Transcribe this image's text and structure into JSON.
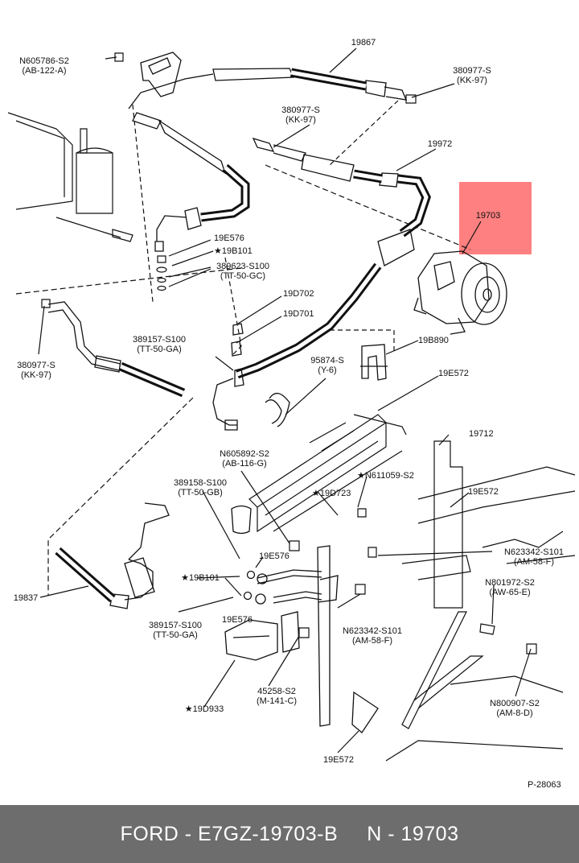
{
  "diagram": {
    "labels": {
      "n605786": [
        "N605786-S2",
        "(AB-122-A)"
      ],
      "p19867": [
        "19867"
      ],
      "s380977_top_right": [
        "380977-S",
        "(KK-97)"
      ],
      "s380977_mid": [
        "380977-S",
        "(KK-97)"
      ],
      "p19972": [
        "19972"
      ],
      "p19703": [
        "19703"
      ],
      "p19e576_top": [
        "19E576"
      ],
      "p19b101_top": [
        "★19B101"
      ],
      "s389623": [
        "389623-S100",
        "(TT-50-GC)"
      ],
      "p19d702": [
        "19D702"
      ],
      "p19d701": [
        "19D701"
      ],
      "s380977_left": [
        "380977-S",
        "(KK-97)"
      ],
      "s389157_top": [
        "389157-S100",
        "(TT-50-GA)"
      ],
      "s95874": [
        "95874-S",
        "(Y-6)"
      ],
      "p19b890": [
        "19B890"
      ],
      "p19e572_top": [
        "19E572"
      ],
      "n605892": [
        "N605892-S2",
        "(AB-116-G)"
      ],
      "p19712": [
        "19712"
      ],
      "s389158": [
        "389158-S100",
        "(TT-50-GB)"
      ],
      "n611059": [
        "★N611059-S2"
      ],
      "p19d723": [
        "★19D723"
      ],
      "p19e572_right": [
        "19E572"
      ],
      "p19e576_mid": [
        "19E576"
      ],
      "n623342_top": [
        "N623342-S101",
        "(AM-58-F)"
      ],
      "p19b101_mid": [
        "★19B101"
      ],
      "n801972": [
        "N801972-S2",
        "(AW-65-E)"
      ],
      "p19837": [
        "19837"
      ],
      "s389157_bottom": [
        "389157-S100",
        "(TT-50-GA)"
      ],
      "p19e576_bottom": [
        "19E576"
      ],
      "n623342_bottom": [
        "N623342-S101",
        "(AM-58-F)"
      ],
      "s45258": [
        "45258-S2",
        "(M-141-C)"
      ],
      "p19d933": [
        "★19D933"
      ],
      "n800907": [
        "N800907-S2",
        "(AM-8-D)"
      ],
      "p19e572_bottom": [
        "19E572"
      ]
    },
    "figure_id": "P-28063",
    "highlight_color": "#ff8080"
  },
  "footer": {
    "part_text": "FORD - E7GZ-19703-B",
    "number_text": "N - 19703",
    "background": "#6d6d6d"
  }
}
